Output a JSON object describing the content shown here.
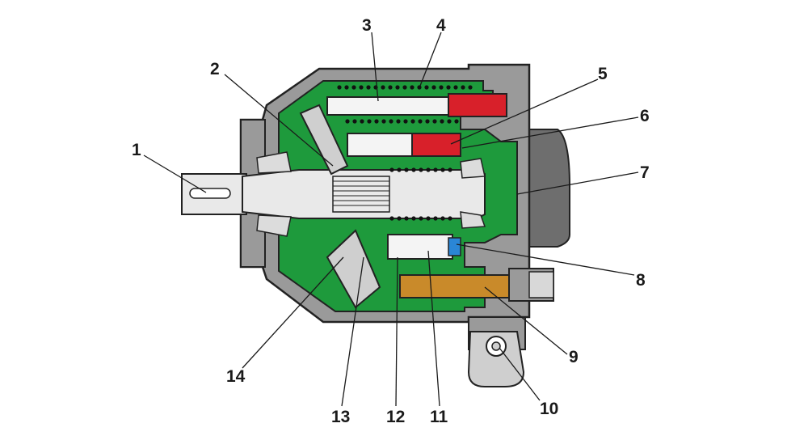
{
  "colors": {
    "housing": "#9a9a9a",
    "housing_dark": "#6e6e6e",
    "outline": "#222222",
    "oil": "#1e9a3c",
    "piston": "#f4f4f4",
    "control_red": "#d8202a",
    "control_blue": "#2a86d6",
    "brass": "#c98a2a",
    "shaft": "#e9e9e9"
  },
  "callouts": [
    {
      "id": "1",
      "label": "1"
    },
    {
      "id": "2",
      "label": "2"
    },
    {
      "id": "3",
      "label": "3"
    },
    {
      "id": "4",
      "label": "4"
    },
    {
      "id": "5",
      "label": "5"
    },
    {
      "id": "6",
      "label": "6"
    },
    {
      "id": "7",
      "label": "7"
    },
    {
      "id": "8",
      "label": "8"
    },
    {
      "id": "9",
      "label": "9"
    },
    {
      "id": "10",
      "label": "10"
    },
    {
      "id": "11",
      "label": "11"
    },
    {
      "id": "12",
      "label": "12"
    },
    {
      "id": "13",
      "label": "13"
    },
    {
      "id": "14",
      "label": "14"
    }
  ]
}
